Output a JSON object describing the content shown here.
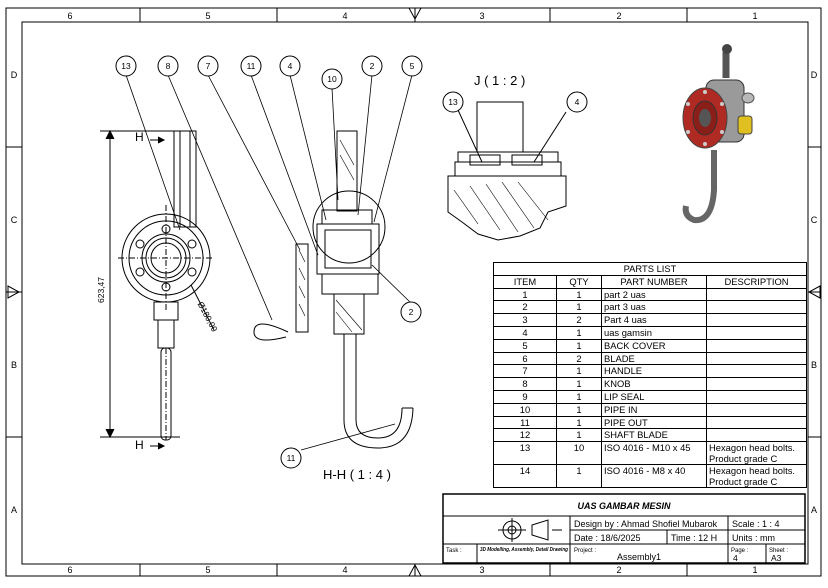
{
  "border": {
    "col_labels": [
      "6",
      "5",
      "4",
      "3",
      "2",
      "1"
    ],
    "row_labels": [
      "D",
      "C",
      "B",
      "A"
    ]
  },
  "views": {
    "section_title": "H-H ( 1 : 4 )",
    "detail_title": "J ( 1 : 2 )",
    "cut_label_top": "H",
    "cut_label_bottom": "H",
    "dimension_height": "623,47",
    "dimension_diameter": "Ø180,00",
    "balloons_top": [
      "13",
      "8",
      "7",
      "11",
      "4",
      "10",
      "2",
      "5"
    ],
    "balloon_right": "2",
    "balloon_bottom": "11",
    "detail_balloons": [
      "13",
      "4"
    ]
  },
  "parts_list": {
    "title": "PARTS LIST",
    "headers": [
      "ITEM",
      "QTY",
      "PART NUMBER",
      "DESCRIPTION"
    ],
    "rows": [
      {
        "item": "1",
        "qty": "1",
        "part": "part 2 uas",
        "desc": ""
      },
      {
        "item": "2",
        "qty": "1",
        "part": "part 3 uas",
        "desc": ""
      },
      {
        "item": "3",
        "qty": "2",
        "part": "Part 4 uas",
        "desc": ""
      },
      {
        "item": "4",
        "qty": "1",
        "part": "uas gamsin",
        "desc": ""
      },
      {
        "item": "5",
        "qty": "1",
        "part": "BACK COVER",
        "desc": ""
      },
      {
        "item": "6",
        "qty": "2",
        "part": "BLADE",
        "desc": ""
      },
      {
        "item": "7",
        "qty": "1",
        "part": "HANDLE",
        "desc": ""
      },
      {
        "item": "8",
        "qty": "1",
        "part": "KNOB",
        "desc": ""
      },
      {
        "item": "9",
        "qty": "1",
        "part": "LIP SEAL",
        "desc": ""
      },
      {
        "item": "10",
        "qty": "1",
        "part": "PIPE IN",
        "desc": ""
      },
      {
        "item": "11",
        "qty": "1",
        "part": "PIPE OUT",
        "desc": ""
      },
      {
        "item": "12",
        "qty": "1",
        "part": "SHAFT BLADE",
        "desc": ""
      },
      {
        "item": "13",
        "qty": "10",
        "part": "ISO 4016 - M10 x 45",
        "desc": "Hexagon head bolts. Product grade C"
      },
      {
        "item": "14",
        "qty": "1",
        "part": "ISO 4016 - M8 x 40",
        "desc": "Hexagon head bolts. Product grade C"
      }
    ]
  },
  "title_block": {
    "title": "UAS GAMBAR MESIN",
    "design_by": "Design by : Ahmad Shofiel Mubarok",
    "scale": "Scale : 1 : 4",
    "date": "Date : 18/6/2025",
    "time": "Time : 12 H",
    "units": "Units : mm",
    "task_label": "Task :",
    "task_value": "3D Modelling, Assembly, Detail Drawing",
    "project_label": "Project :",
    "project_value": "Assembly1",
    "page_label": "Page :",
    "page_value": "4",
    "sheet_label": "Sheet :",
    "sheet_value": "A3"
  },
  "colors": {
    "line": "#000000",
    "render_red": "#b02a24",
    "render_yellow": "#e0c020",
    "render_grey": "#8a8a8a"
  }
}
